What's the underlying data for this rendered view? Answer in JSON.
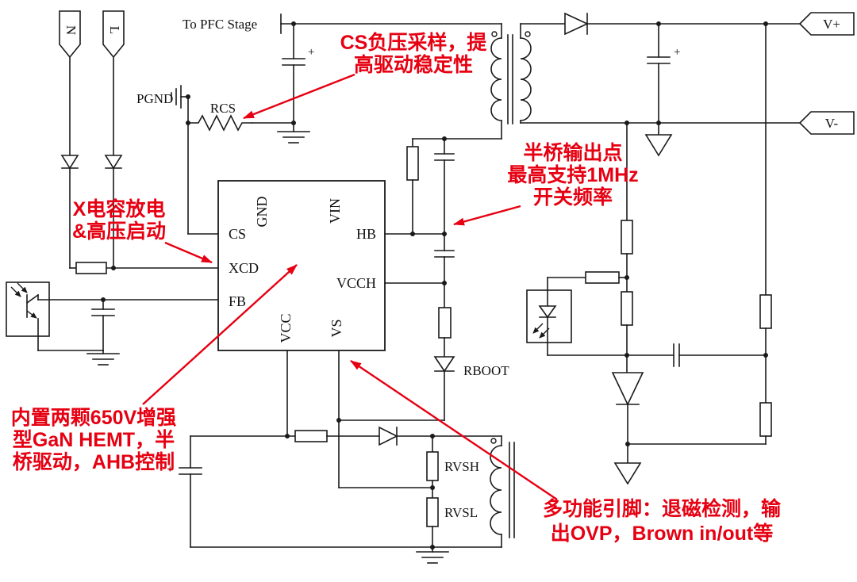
{
  "colors": {
    "wire": "#1a1a1a",
    "annotation": "#e60012"
  },
  "connectors": {
    "n": "N",
    "l": "L",
    "v_plus": "V+",
    "v_minus": "V-"
  },
  "labels": {
    "to_pfc": "To PFC Stage",
    "pgnd": "PGND",
    "rcs": "RCS",
    "rboot": "RBOOT",
    "rvsh": "RVSH",
    "rvsl": "RVSL"
  },
  "symbols": {
    "plus": "+"
  },
  "ic": {
    "pins": {
      "cs": "CS",
      "xcd": "XCD",
      "fb": "FB",
      "gnd": "GND",
      "vin": "VIN",
      "hb": "HB",
      "vcch": "VCCH",
      "vcc": "VCC",
      "vs": "VS"
    }
  },
  "annotations": {
    "cs_sense": {
      "line1": "CS负压采样，提",
      "line2": "高驱动稳定性"
    },
    "half_bridge": {
      "line1": "半桥输出点",
      "line2": "最高支持1MHz",
      "line3": "开关频率"
    },
    "xcd": {
      "line1": "X电容放电",
      "line2": "&高压启动"
    },
    "gan": {
      "line1": "内置两颗650V增强",
      "line2": "型GaN HEMT，半",
      "line3": "桥驱动，AHB控制"
    },
    "multi_pin": {
      "line1": "多功能引脚：退磁检测，输",
      "line2": "出OVP，Brown in/out等"
    }
  }
}
